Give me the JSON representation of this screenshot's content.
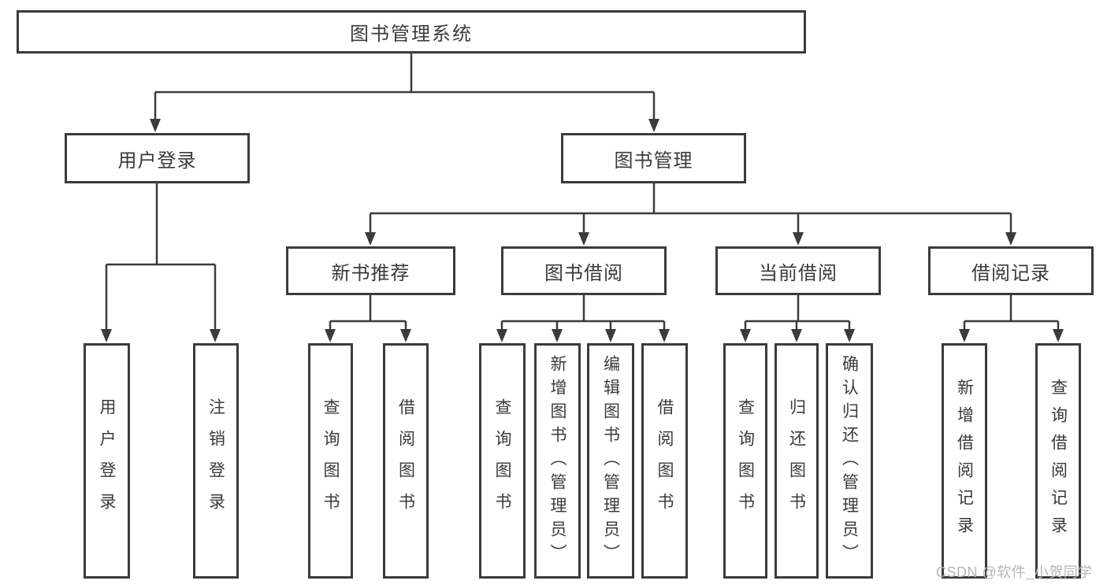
{
  "diagram": {
    "root_label": "图书管理系统",
    "user_branch": {
      "label": "用户登录",
      "children": [
        "用户登录",
        "注销登录"
      ]
    },
    "mgmt_branch": {
      "label": "图书管理",
      "sections": [
        {
          "label": "新书推荐",
          "children": [
            "查询图书",
            "借阅图书"
          ]
        },
        {
          "label": "图书借阅",
          "children": [
            "查询图书",
            "新增图书（管理员）",
            "编辑图书（管理员）",
            "借阅图书"
          ]
        },
        {
          "label": "当前借阅",
          "children": [
            "查询图书",
            "归还图书",
            "确认归还（管理员）"
          ]
        },
        {
          "label": "借阅记录",
          "children": [
            "新增借阅记录",
            "查询借阅记录"
          ]
        }
      ]
    }
  },
  "watermark": {
    "text": "CSDN @软件_小贺同学"
  },
  "colors": {
    "line": "#3b3b3b",
    "text": "#3a3a3a",
    "watermark": "#b5b5b5",
    "background": "#ffffff"
  }
}
